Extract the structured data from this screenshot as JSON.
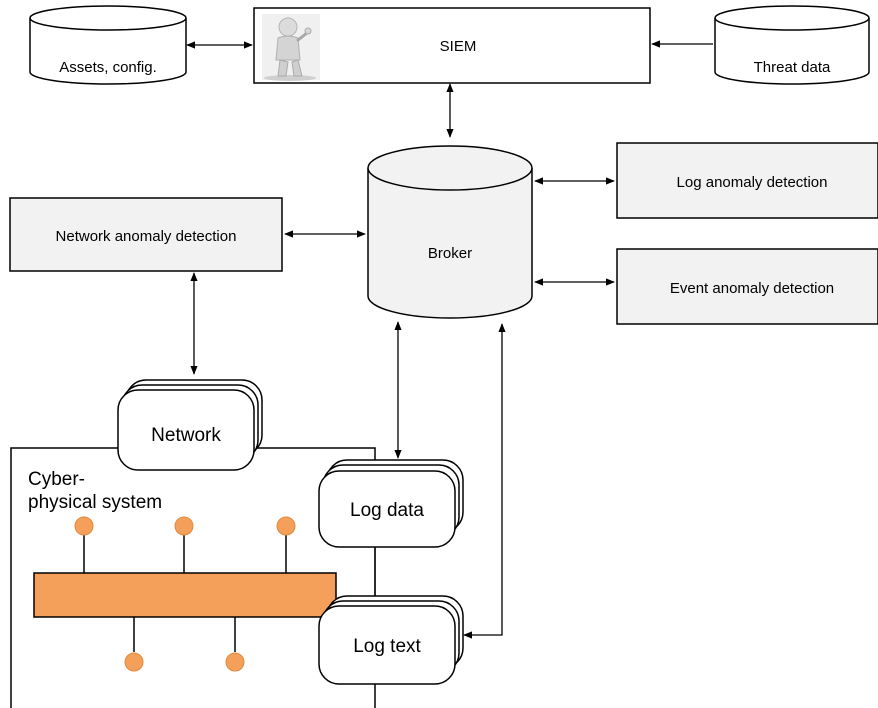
{
  "colors": {
    "box_fill": "#f2f2f2",
    "stroke": "#000000",
    "bus_fill": "#f4a05a",
    "node_fill": "#f4a05a",
    "node_stroke": "#e08a3f"
  },
  "nodes": {
    "siem": {
      "label": "SIEM",
      "icon": "person-figure-icon"
    },
    "assets_db": {
      "label": "Assets, config."
    },
    "threat_db": {
      "label": "Threat data"
    },
    "broker": {
      "label": "Broker"
    },
    "network_anomaly": {
      "label": "Network anomaly detection"
    },
    "log_anomaly": {
      "label": "Log anomaly detection"
    },
    "event_anomaly": {
      "label": "Event anomaly detection"
    },
    "network": {
      "label": "Network"
    },
    "log_data": {
      "label": "Log data"
    },
    "log_text": {
      "label": "Log text"
    },
    "cps": {
      "label_line1": "Cyber-",
      "label_line2": "physical system"
    }
  }
}
